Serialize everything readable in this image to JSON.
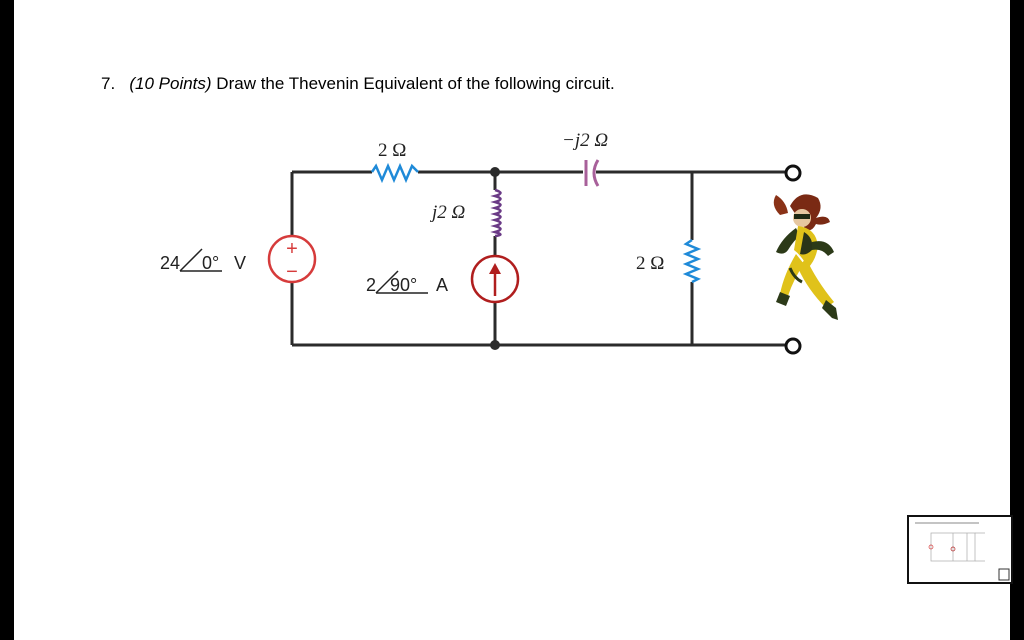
{
  "question": {
    "number": "7.",
    "points": "(10 Points)",
    "text": "Draw the Thevenin Equivalent of the following circuit."
  },
  "circuit": {
    "r1_label": "2 Ω",
    "cap_label": "−j2 Ω",
    "ind_label": "j2 Ω",
    "vs_mag": "24",
    "vs_angle": "0°",
    "vs_unit": "V",
    "is_mag": "2",
    "is_angle": "90°",
    "is_unit": "A",
    "r2_label": "2 Ω",
    "vs_plus": "+",
    "vs_minus": "−"
  },
  "colors": {
    "wire": "#2b2b2b",
    "resistor": "#1f8ad8",
    "inductor": "#6a3a86",
    "capacitor": "#a8609a",
    "voltage_source": "#d63b3b",
    "current_source": "#b01e1e"
  }
}
